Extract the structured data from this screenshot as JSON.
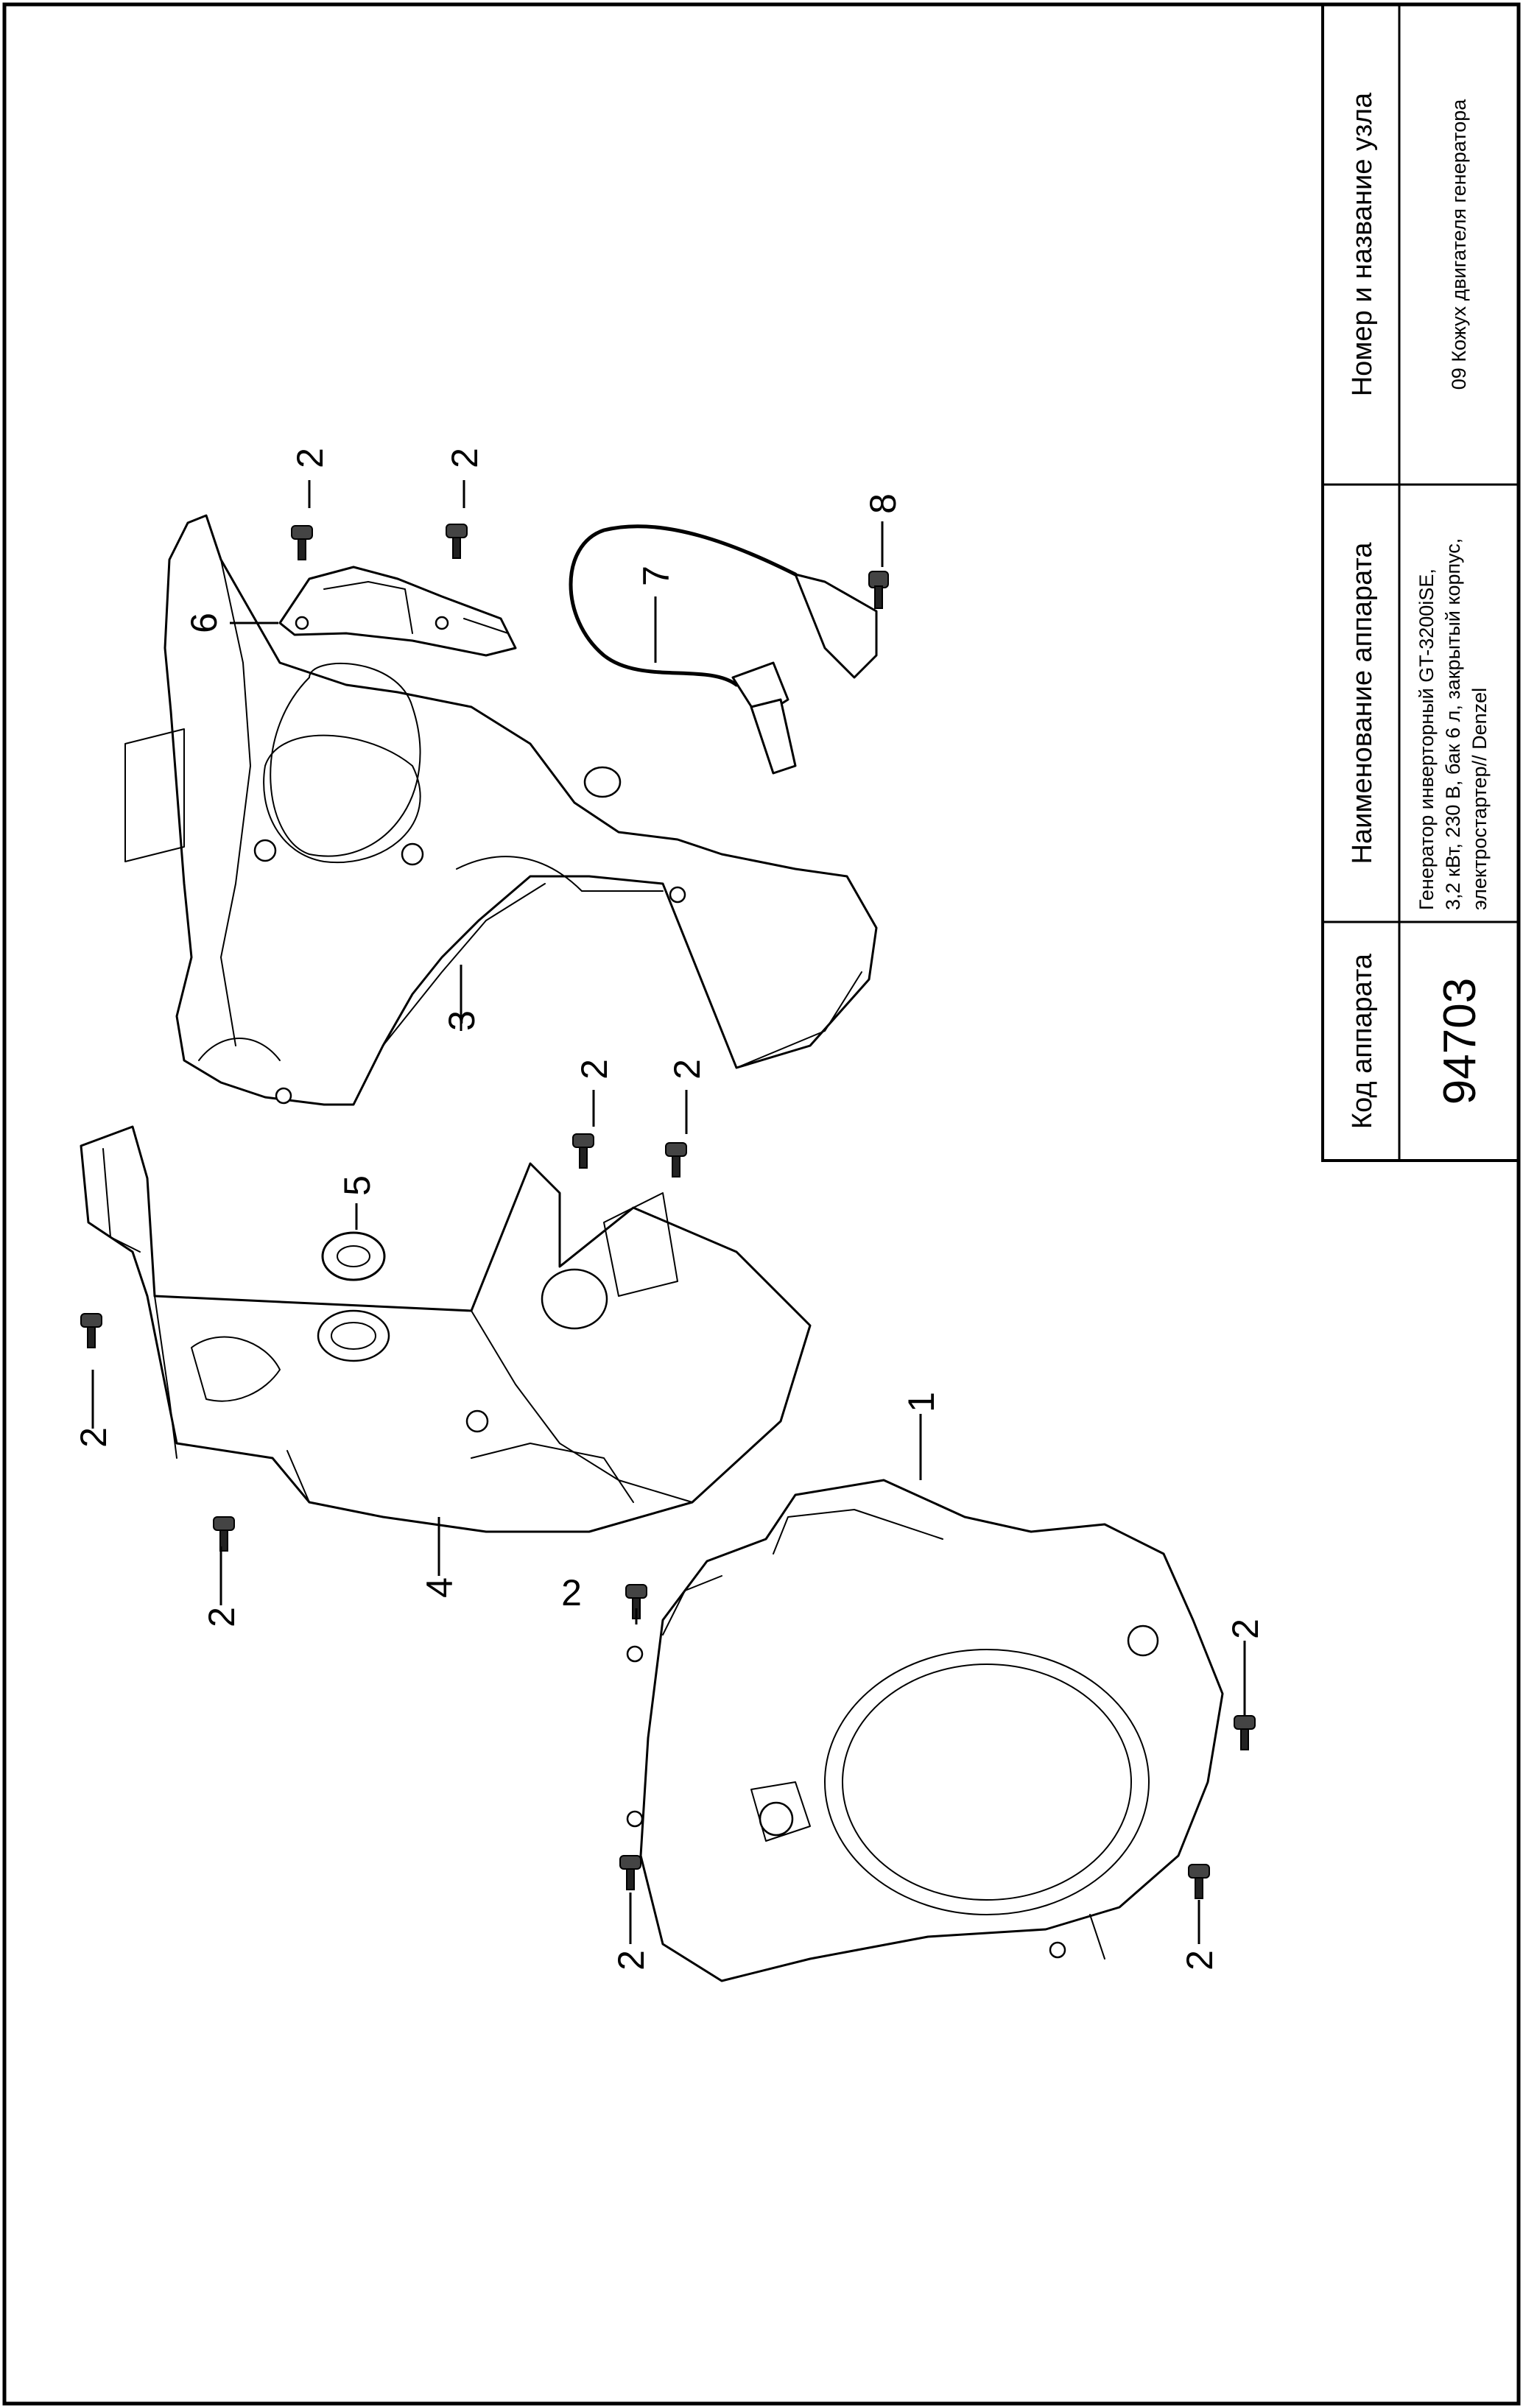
{
  "title_block": {
    "headers": {
      "code": "Код аппарата",
      "device_name": "Наименование аппарата",
      "assembly": "Номер и название узла"
    },
    "device_code": "94703",
    "device_name_lines": [
      "Генератор инверторный GT-3200iSE,",
      "3,2 кВт, 230 В, бак 6 л, закрытый корпус,",
      "электростартер// Denzel"
    ],
    "assembly_name": "09 Кожух двигателя генератора"
  },
  "callouts": {
    "part_1": "1",
    "part_2": "2",
    "part_3": "3",
    "part_4": "4",
    "part_5": "5",
    "part_6": "6",
    "part_7": "7",
    "part_8": "8"
  },
  "icons": {
    "screw": "screw-icon"
  }
}
